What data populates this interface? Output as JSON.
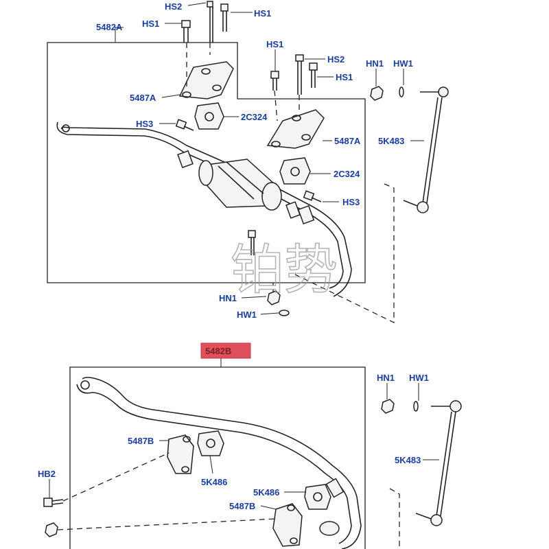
{
  "callouts": {
    "hs2_top": "HS2",
    "hs1_top_right": "HS1",
    "hs1_top_left": "HS1",
    "box_a": "5482A",
    "hs1_mid": "HS1",
    "hs2_mid": "HS2",
    "hs1_mid_right": "HS1",
    "hn1_top": "HN1",
    "hw1_top": "HW1",
    "bracket_a_left": "5487A",
    "bushing_a_top": "2C324",
    "hs3_left": "HS3",
    "bracket_a_right": "5487A",
    "link_a": "5K483",
    "bushing_a_right": "2C324",
    "hs3_right": "HS3",
    "hn1_lower": "HN1",
    "hw1_lower": "HW1",
    "box_b": "5482B",
    "hn1_b": "HN1",
    "hw1_b": "HW1",
    "bracket_b_top": "5487B",
    "link_b": "5K483",
    "hb2": "HB2",
    "bushing_b_left": "5K486",
    "bushing_b_right": "5K486",
    "bracket_b_lower": "5487B"
  },
  "highlight_color": "#e0505a",
  "label_color": "#1a3d9c",
  "watermark": "铂势"
}
